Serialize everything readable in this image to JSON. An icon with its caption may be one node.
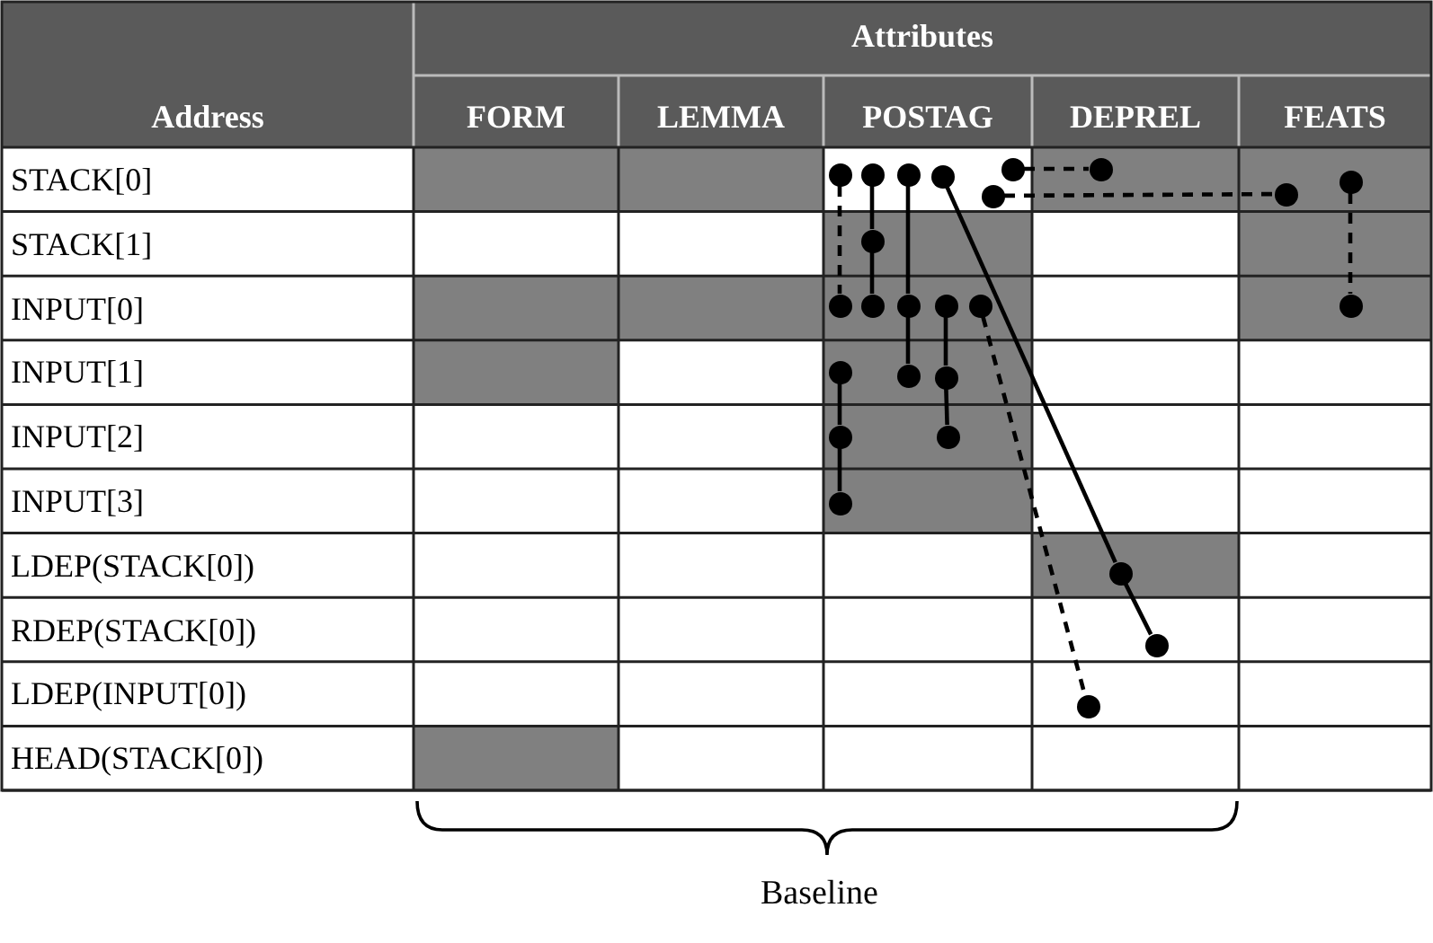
{
  "diagram": {
    "nodes": [
      {
        "text": [],
        "shape": "circle"
      },
      {
        "text": [],
        "shape": "circle"
      },
      {
        "text": [],
        "shape": "circle"
      },
      {
        "text": [],
        "shape": "circle"
      },
      {
        "text": [],
        "shape": "circle"
      },
      {
        "text": [],
        "shape": "circle"
      },
      {
        "text": [],
        "shape": "circle"
      },
      {
        "text": [],
        "shape": "circle"
      },
      {
        "text": [],
        "shape": "circle"
      },
      {
        "text": [],
        "shape": "circle"
      },
      {
        "text": [],
        "shape": "circle"
      },
      {
        "text": [],
        "shape": "circle"
      },
      {
        "text": [],
        "shape": "circle"
      },
      {
        "text": [],
        "shape": "circle"
      },
      {
        "text": [],
        "shape": "circle"
      },
      {
        "text": [],
        "shape": "circle"
      },
      {
        "text": [],
        "shape": "circle"
      },
      {
        "text": [],
        "shape": "circle"
      },
      {
        "text": [],
        "shape": "circle"
      },
      {
        "text": [],
        "shape": "circle"
      },
      {
        "text": [],
        "shape": "circle"
      },
      {
        "text": [],
        "shape": "circle"
      },
      {
        "text": [],
        "shape": "circle"
      },
      {
        "text": [],
        "shape": "circle"
      },
      {
        "text": [],
        "shape": "circle"
      }
    ],
    "edges": [
      {
        "from": 0,
        "to": 10,
        "arrow": "none",
        "style": "dashed"
      },
      {
        "from": 1,
        "to": 9,
        "arrow": "none"
      },
      {
        "from": 9,
        "to": 11,
        "arrow": "none"
      },
      {
        "from": 2,
        "to": 12,
        "arrow": "none"
      },
      {
        "from": 12,
        "to": 17,
        "arrow": "none"
      },
      {
        "from": 3,
        "to": 22,
        "arrow": "none"
      },
      {
        "from": 22,
        "to": 23,
        "arrow": "none"
      },
      {
        "from": 5,
        "to": 6,
        "arrow": "none",
        "style": "dashed"
      },
      {
        "from": 4,
        "to": 7,
        "arrow": "none",
        "style": "dashed"
      },
      {
        "from": 8,
        "to": 15,
        "arrow": "none",
        "style": "dashed"
      },
      {
        "from": 13,
        "to": 18,
        "arrow": "none"
      },
      {
        "from": 18,
        "to": 20,
        "arrow": "none"
      },
      {
        "from": 14,
        "to": 24,
        "arrow": "none",
        "style": "dashed"
      },
      {
        "from": 16,
        "to": 19,
        "arrow": "none"
      },
      {
        "from": 19,
        "to": 21,
        "arrow": "none"
      }
    ],
    "labels": [
      "Attributes",
      "Address",
      "FORM",
      "LEMMA",
      "POSTAG",
      "DEPREL",
      "FEATS",
      "STACK[0]",
      "STACK[1]",
      "INPUT[0]",
      "INPUT[1]",
      "INPUT[2]",
      "INPUT[3]",
      "LDEP(STACK[0])",
      "RDEP(STACK[0])",
      "LDEP(INPUT[0])",
      "HEAD(STACK[0])",
      "Baseline"
    ]
  }
}
